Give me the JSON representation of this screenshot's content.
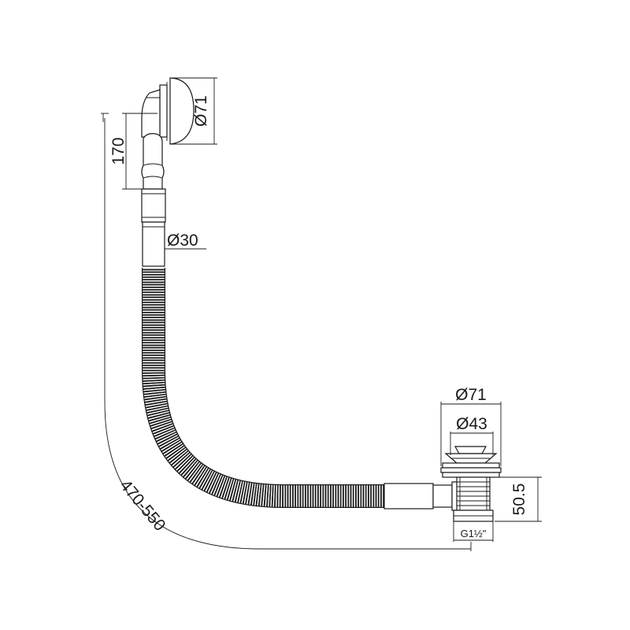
{
  "dimensions": {
    "overflow_diameter": "Ø71",
    "overflow_height": "170",
    "hose_diameter": "Ø30",
    "waste_outer_diameter": "Ø71",
    "waste_inner_diameter": "Ø43",
    "waste_height": "50.5",
    "thread": "G1½\"",
    "total_length": "470-550"
  }
}
